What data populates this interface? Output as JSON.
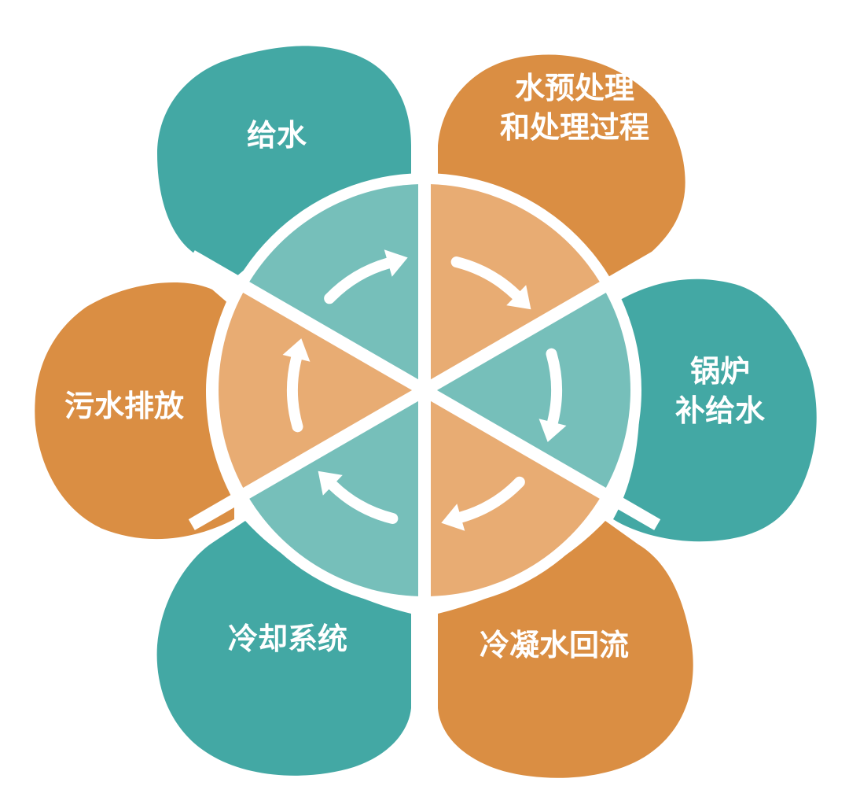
{
  "diagram": {
    "stages": [
      {
        "id": "water-supply",
        "label_lines": [
          "给水"
        ],
        "color_tone": "teal"
      },
      {
        "id": "water-pretreatment",
        "label_lines": [
          "水预处理",
          "和处理过程"
        ],
        "color_tone": "orange"
      },
      {
        "id": "boiler-makeup-water",
        "label_lines": [
          "锅炉",
          "补给水"
        ],
        "color_tone": "teal"
      },
      {
        "id": "condensate-return",
        "label_lines": [
          "冷凝水回流"
        ],
        "color_tone": "orange"
      },
      {
        "id": "cooling-system",
        "label_lines": [
          "冷却系统"
        ],
        "color_tone": "teal"
      },
      {
        "id": "wastewater-discharge",
        "label_lines": [
          "污水排放"
        ],
        "color_tone": "orange"
      }
    ],
    "colors": {
      "teal_petal": "#43A8A4",
      "teal_sector": "#76BFBA",
      "orange_petal": "#DA8E43",
      "orange_sector": "#E8AC73",
      "arrow": "#ffffff",
      "divider": "#ffffff"
    },
    "cycle_direction": "clockwise"
  }
}
